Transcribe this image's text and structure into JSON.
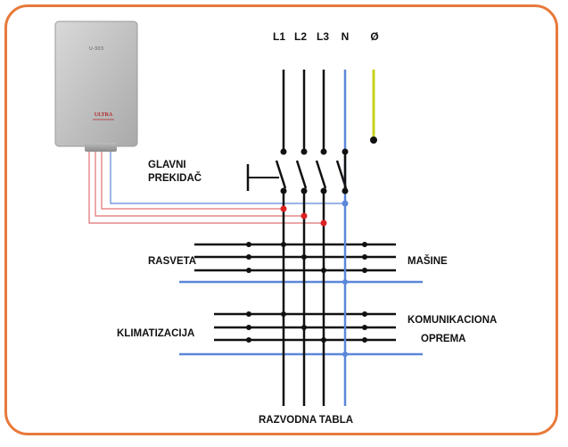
{
  "device": {
    "model": "U-303",
    "brand": "ULTRA"
  },
  "headers": {
    "l1": "L1",
    "l2": "L2",
    "l3": "L3",
    "n": "N",
    "pe": "Ø"
  },
  "labels": {
    "main_switch_line1": "GLAVNI",
    "main_switch_line2": "PREKIDAČ",
    "lighting": "RASVETA",
    "machines": "MAŠINE",
    "air_conditioning": "KLIMATIZACIJA",
    "communication_line1": "KOMUNIKACIONA",
    "communication_line2": "OPREMA",
    "distribution_board": "RAZVODNA TABLA"
  },
  "colors": {
    "frame": "#e8793a",
    "phase_line": "#111111",
    "neutral_line": "#5b87d9",
    "earth_line": "#c8d21a",
    "sense_wire": "#e07070",
    "junction": "#dd2222"
  }
}
